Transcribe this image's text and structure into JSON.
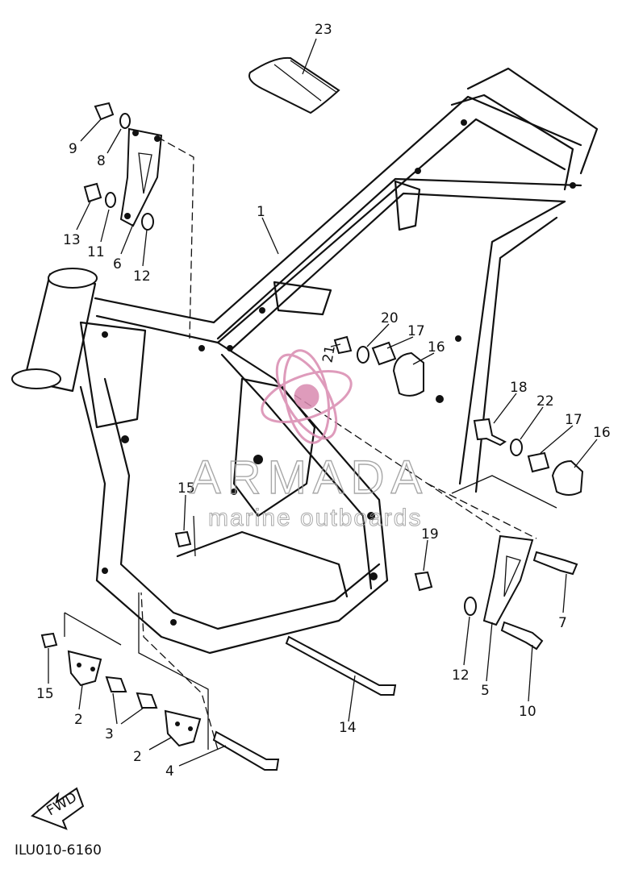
{
  "diagram": {
    "drawing_code": "ILU010-6160",
    "direction_label": "FWD",
    "callouts": [
      {
        "label": "23"
      },
      {
        "label": "9"
      },
      {
        "label": "8"
      },
      {
        "label": "13"
      },
      {
        "label": "11"
      },
      {
        "label": "6"
      },
      {
        "label": "12"
      },
      {
        "label": "1"
      },
      {
        "label": "20"
      },
      {
        "label": "17"
      },
      {
        "label": "16"
      },
      {
        "label": "21"
      },
      {
        "label": "18"
      },
      {
        "label": "22"
      },
      {
        "label": "17"
      },
      {
        "label": "16"
      },
      {
        "label": "15"
      },
      {
        "label": "19"
      },
      {
        "label": "7"
      },
      {
        "label": "12"
      },
      {
        "label": "5"
      },
      {
        "label": "10"
      },
      {
        "label": "15"
      },
      {
        "label": "2"
      },
      {
        "label": "3"
      },
      {
        "label": "2"
      },
      {
        "label": "4"
      },
      {
        "label": "14"
      }
    ]
  },
  "watermark": {
    "brand": "ARMADA",
    "tagline": "marine outboards",
    "color": "#d98ab0"
  }
}
